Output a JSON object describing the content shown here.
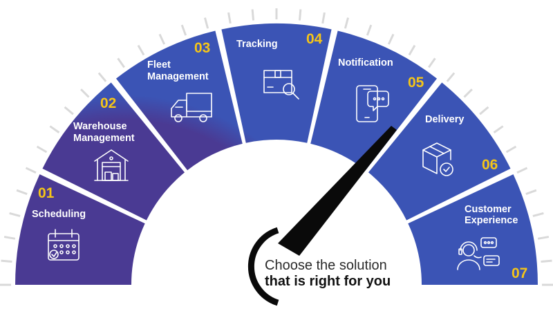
{
  "caption": {
    "line1": "Choose the solution",
    "line2": "that is right for you"
  },
  "segments": [
    {
      "number": "01",
      "label_lines": [
        "Scheduling"
      ],
      "icon": "calendar-icon"
    },
    {
      "number": "02",
      "label_lines": [
        "Warehouse",
        "Management"
      ],
      "icon": "warehouse-icon"
    },
    {
      "number": "03",
      "label_lines": [
        "Fleet",
        "Management"
      ],
      "icon": "truck-icon"
    },
    {
      "number": "04",
      "label_lines": [
        "Tracking"
      ],
      "icon": "package-search-icon"
    },
    {
      "number": "05",
      "label_lines": [
        "Notification"
      ],
      "icon": "phone-chat-icon"
    },
    {
      "number": "06",
      "label_lines": [
        "Delivery"
      ],
      "icon": "package-check-icon"
    },
    {
      "number": "07",
      "label_lines": [
        "Customer",
        "Experience"
      ],
      "icon": "headset-agent-icon"
    }
  ],
  "colors": {
    "segment_light": "#3b54b5",
    "segment_dark": "#4a3a93",
    "number": "#f5c518",
    "ticks": "#d9d9d9",
    "needle": "#0a0a0a"
  }
}
